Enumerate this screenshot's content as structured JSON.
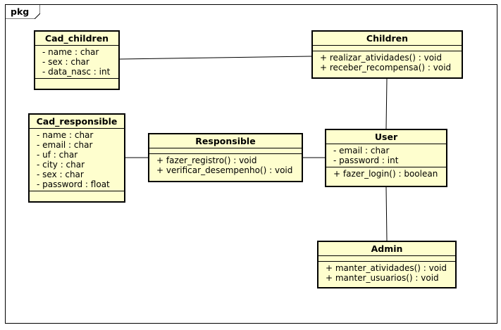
{
  "package": {
    "label": "pkg"
  },
  "classes": {
    "cad_children": {
      "name": "Cad_children",
      "attributes": [
        "- name : char",
        "- sex : char",
        "- data_nasc : int"
      ],
      "operations": []
    },
    "children": {
      "name": "Children",
      "attributes": [],
      "operations": [
        "+ realizar_atividades() : void",
        "+ receber_recompensa() : void"
      ]
    },
    "cad_responsible": {
      "name": "Cad_responsible",
      "attributes": [
        "- name : char",
        "- email : char",
        "- uf : char",
        "- city : char",
        "- sex : char",
        "- password : float"
      ],
      "operations": []
    },
    "responsible": {
      "name": "Responsible",
      "attributes": [],
      "operations": [
        "+ fazer_registro() : void",
        "+ verificar_desempenho() : void"
      ]
    },
    "user": {
      "name": "User",
      "attributes": [
        "- email : char",
        "- password : int"
      ],
      "operations": [
        "+ fazer_login() : boolean"
      ]
    },
    "admin": {
      "name": "Admin",
      "attributes": [],
      "operations": [
        "+ manter_atividades() : void",
        "+ manter_usuarios() : void"
      ]
    }
  }
}
